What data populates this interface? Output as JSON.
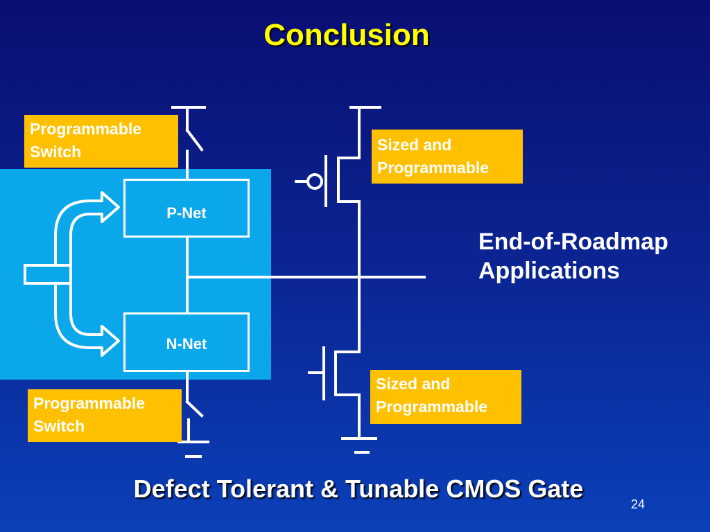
{
  "slide": {
    "title": "Conclusion",
    "bottom_title": "Defect Tolerant & Tunable CMOS Gate",
    "page_number": "24"
  },
  "diagram": {
    "p_net_label": "P-Net",
    "n_net_label": "N-Net",
    "top_switch": {
      "line1": "Programmable",
      "line2": "Switch"
    },
    "bottom_switch": {
      "line1": "Programmable",
      "line2": "Switch"
    },
    "top_transistor": {
      "line1": "Sized and",
      "line2": "Programmable"
    },
    "bottom_transistor": {
      "line1": "Sized and",
      "line2": "Programmable"
    },
    "applications": {
      "line1": "End-of-Roadmap",
      "line2": "Applications"
    }
  },
  "colors": {
    "background_top": "#0a0e72",
    "background_bottom": "#0b40b8",
    "title": "#ffff00",
    "label_fill": "#ffc000",
    "panel": "#0aa8ea",
    "wire": "#ffffff"
  }
}
